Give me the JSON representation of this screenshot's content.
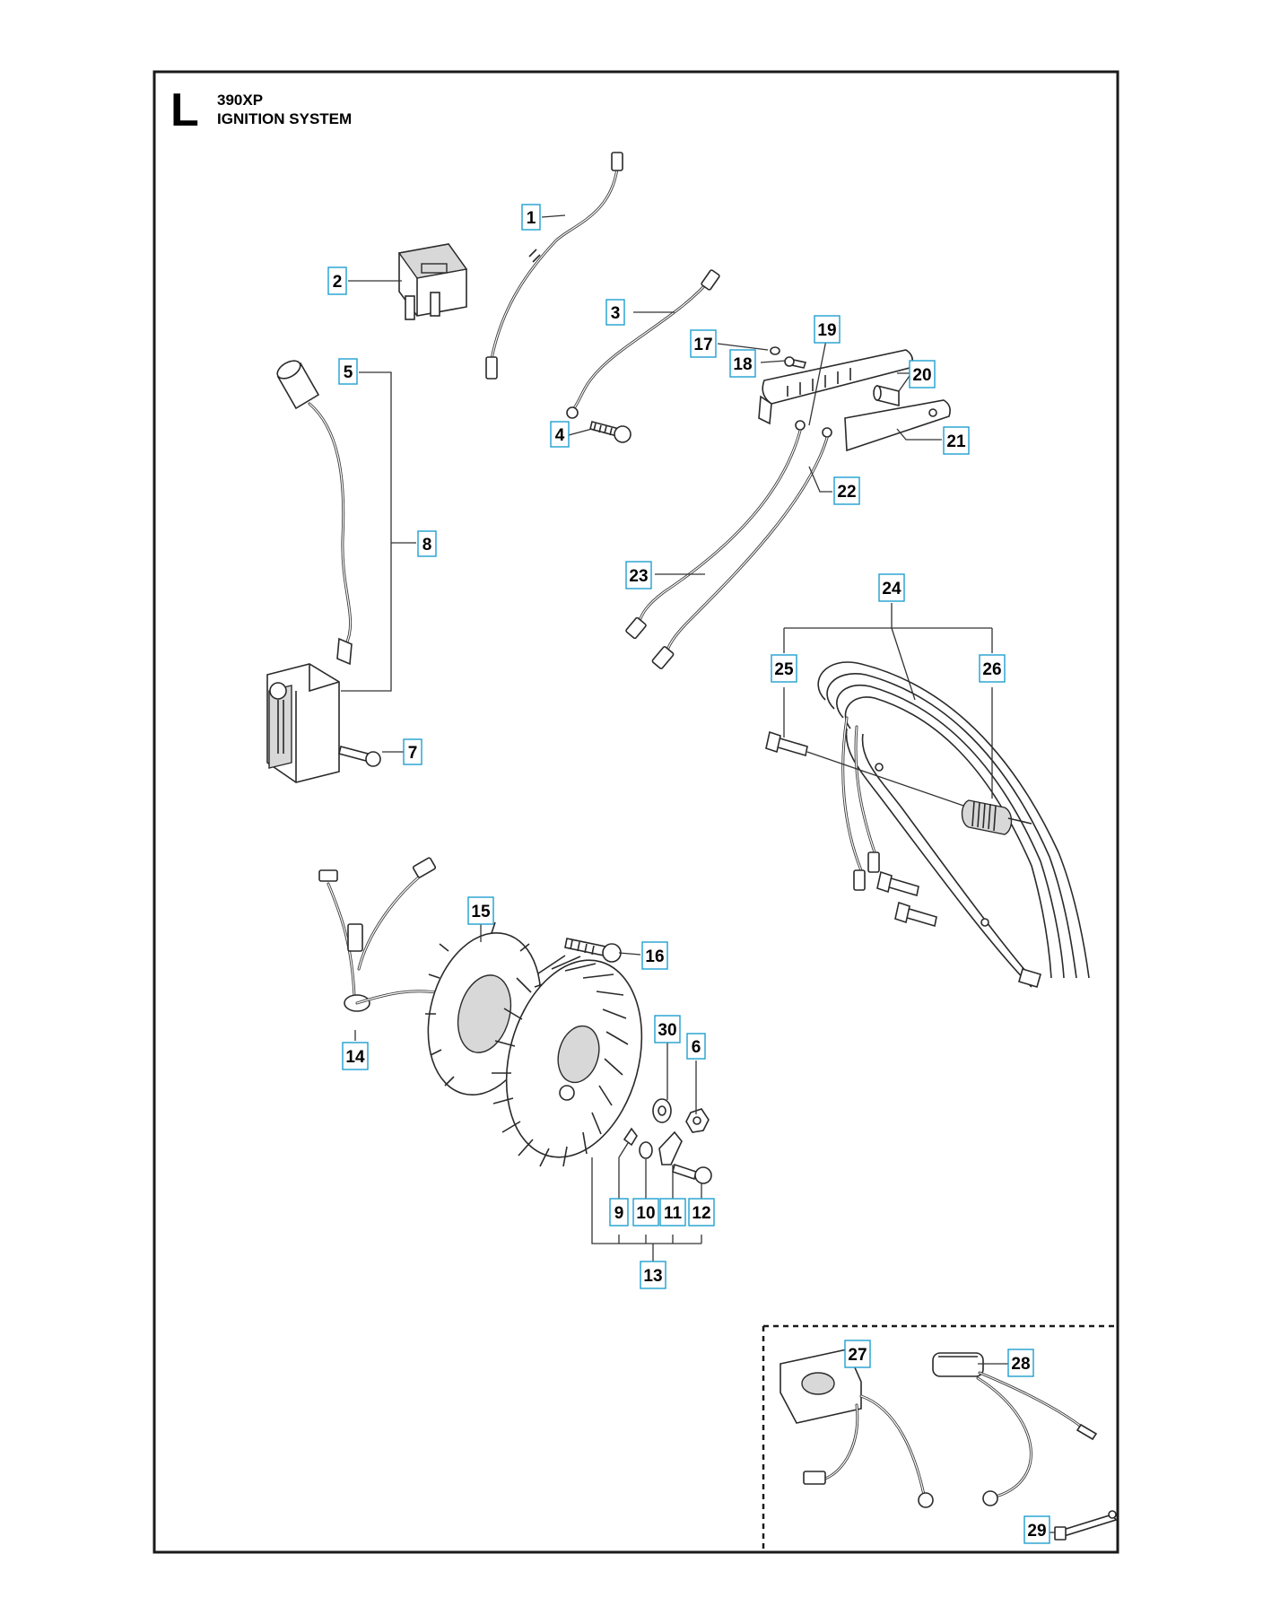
{
  "header": {
    "section_letter": "L",
    "model": "390XP",
    "title": "IGNITION SYSTEM"
  },
  "callouts": [
    "1",
    "2",
    "3",
    "4",
    "5",
    "6",
    "7",
    "8",
    "9",
    "10",
    "11",
    "12",
    "13",
    "14",
    "15",
    "16",
    "17",
    "18",
    "19",
    "20",
    "21",
    "22",
    "23",
    "24",
    "25",
    "26",
    "27",
    "28",
    "29",
    "30"
  ],
  "colors": {
    "frame": "#1a1a1a",
    "callout_border": "#1f9fcf",
    "line": "#2a2a2a"
  }
}
